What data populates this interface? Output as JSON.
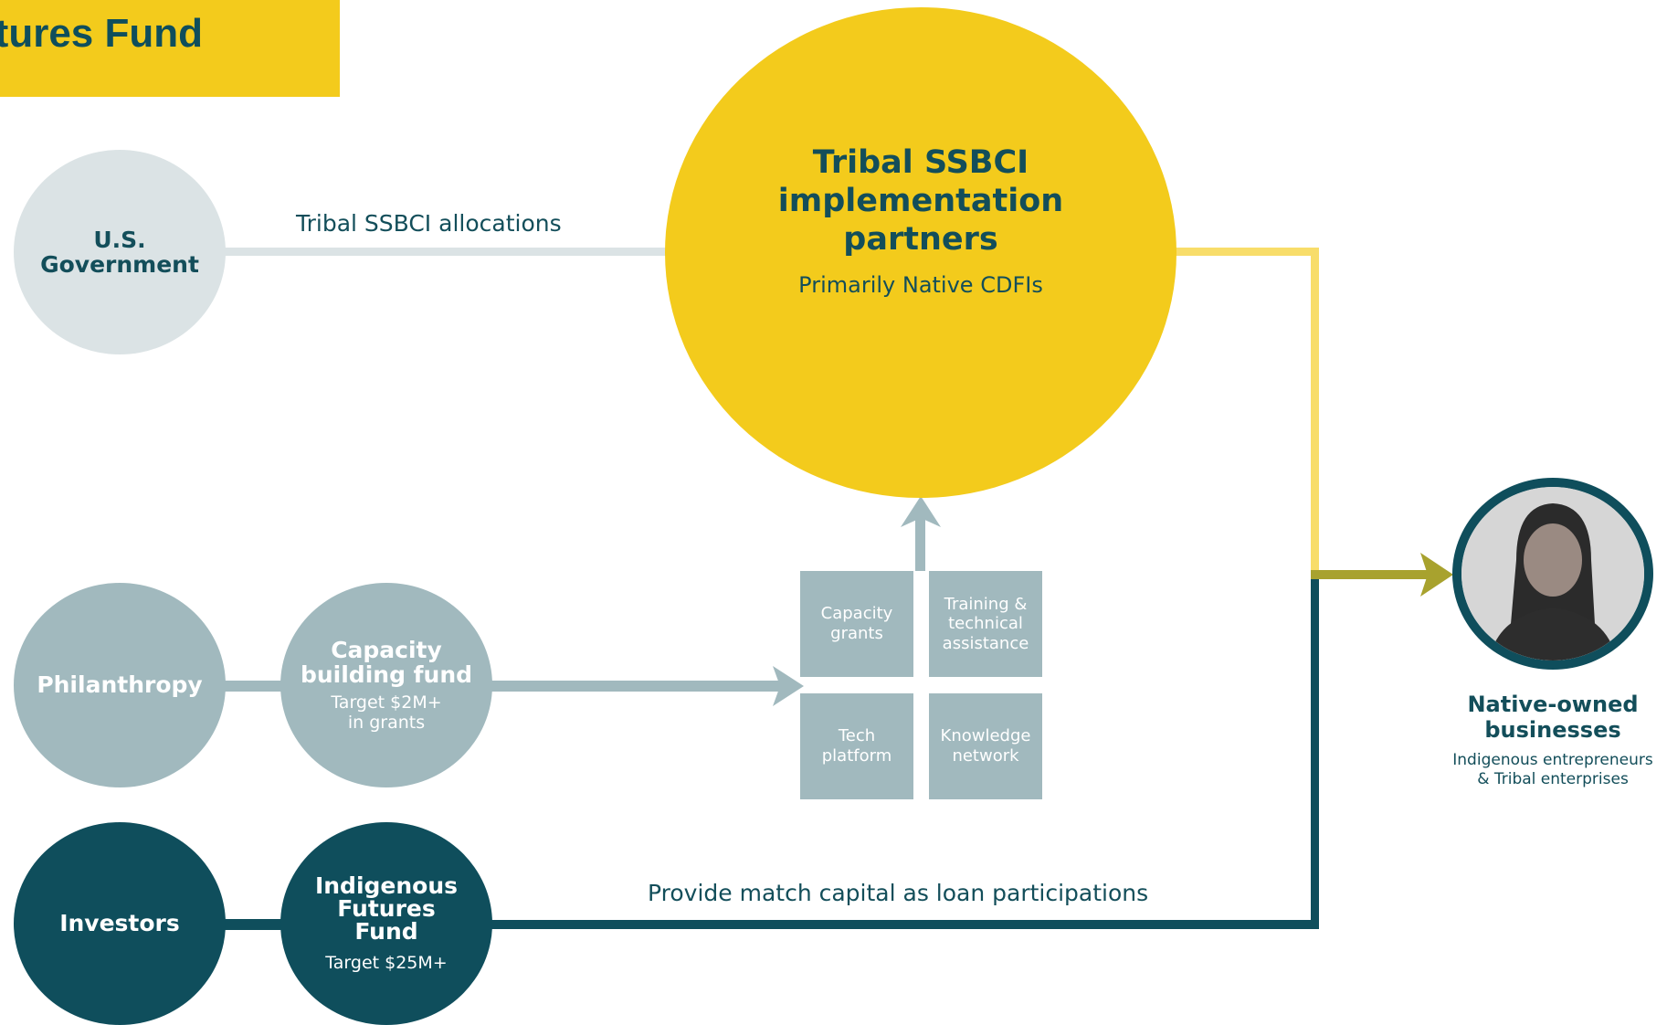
{
  "banner": {
    "text": "utures Fund"
  },
  "nodes": {
    "us_government": {
      "title": "U.S.\nGovernment"
    },
    "philanthropy": {
      "title": "Philanthropy"
    },
    "investors": {
      "title": "Investors"
    },
    "capacity_fund": {
      "title": "Capacity\nbuilding fund",
      "sub": "Target $2M+\nin grants"
    },
    "futures_fund": {
      "title": "Indigenous\nFutures\nFund",
      "sub": "Target $25M+"
    },
    "partners": {
      "title": "Tribal SSBCI\nimplementation\npartners",
      "sub": "Primarily Native CDFIs"
    },
    "businesses": {
      "title": "Native-owned\nbusinesses",
      "sub": "Indigenous entrepreneurs\n& Tribal enterprises"
    }
  },
  "boxes": [
    {
      "label": "Capacity\ngrants"
    },
    {
      "label": "Training &\ntechnical\nassistance"
    },
    {
      "label": "Tech\nplatform"
    },
    {
      "label": "Knowledge\nnetwork"
    }
  ],
  "flows": {
    "allocations": "Tribal SSBCI allocations",
    "match_capital": "Provide match capital as loan participations"
  },
  "colors": {
    "yellow": "#f3cb1c",
    "light_yellow": "#f8dd6a",
    "teal_dark": "#0f4e5c",
    "gray_blue": "#a1b9be",
    "pale_gray": "#dbe3e5",
    "olive": "#a8a22e"
  }
}
